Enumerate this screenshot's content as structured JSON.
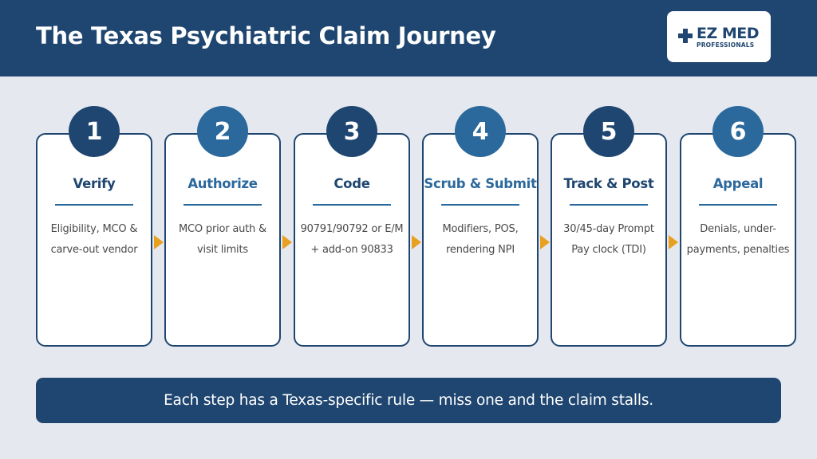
{
  "title": "The Texas Psychiatric Claim Journey",
  "logo": {
    "brand": "EZ MED",
    "sub": "PROFESSIONALS"
  },
  "steps": [
    {
      "number": "1",
      "title": "Verify",
      "lines": [
        "Eligibility, MCO &",
        "carve-out vendor"
      ]
    },
    {
      "number": "2",
      "title": "Authorize",
      "lines": [
        "MCO prior auth &",
        "visit limits"
      ]
    },
    {
      "number": "3",
      "title": "Code",
      "lines": [
        "90791/90792 or E/M",
        "+ add-on 90833"
      ]
    },
    {
      "number": "4",
      "title": "Scrub & Submit",
      "lines": [
        "Modifiers, POS,",
        "rendering NPI"
      ]
    },
    {
      "number": "5",
      "title": "Track & Post",
      "lines": [
        "30/45-day Prompt",
        "Pay clock (TDI)"
      ]
    },
    {
      "number": "6",
      "title": "Appeal",
      "lines": [
        "Denials, under-",
        "payments, penalties"
      ]
    }
  ],
  "footer": "Each step has a Texas-specific rule — miss one and the claim stalls.",
  "colors": {
    "navy": "#1f4670",
    "blue": "#2b689c",
    "arrow": "#e8a020",
    "background": "#e5e9ef"
  }
}
